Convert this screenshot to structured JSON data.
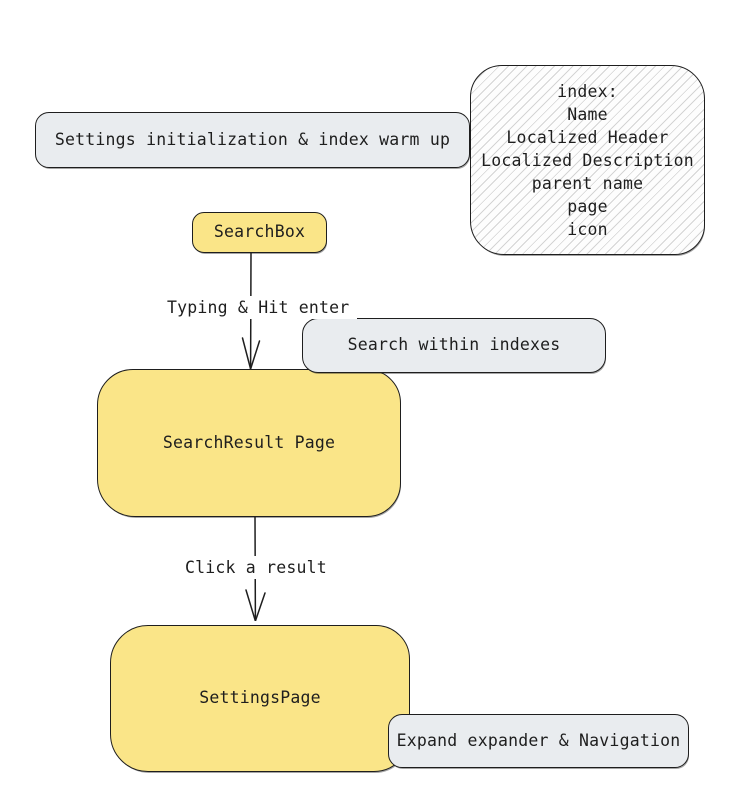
{
  "nodes": {
    "settings_init": {
      "label": "Settings initialization & index warm up"
    },
    "index_note": {
      "lines": [
        "index:",
        "Name",
        "Localized Header",
        "Localized Description",
        "parent name",
        "page",
        "icon"
      ]
    },
    "search_box": {
      "label": "SearchBox"
    },
    "search_within": {
      "label": "Search within indexes"
    },
    "search_result": {
      "label": "SearchResult Page"
    },
    "settings_page": {
      "label": "SettingsPage"
    },
    "expand_nav": {
      "label": "Expand expander & Navigation"
    }
  },
  "edges": {
    "typing": {
      "label": "Typing & Hit enter"
    },
    "click": {
      "label": "Click a result"
    }
  },
  "colors": {
    "node_yellow": "#fae588",
    "node_gray": "#e9ecef",
    "stroke": "#1e1e1e",
    "hatch_line": "#d4d4d4",
    "canvas": "#ffffff"
  }
}
